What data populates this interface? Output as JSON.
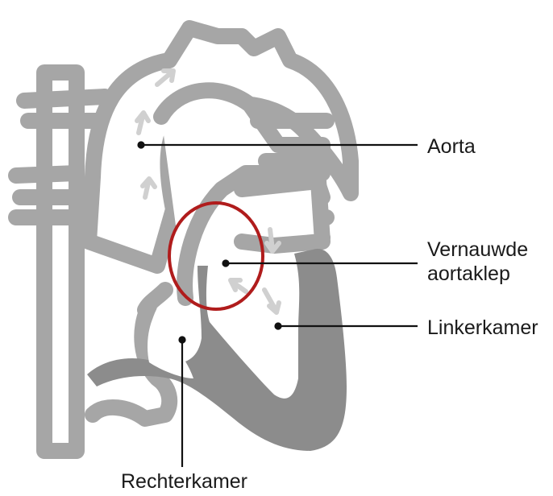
{
  "diagram": {
    "labels": {
      "aorta": "Aorta",
      "valve_line1": "Vernauwde",
      "valve_line2": "aortaklep",
      "left_ventricle": "Linkerkamer",
      "right_ventricle": "Rechterkamer"
    },
    "colors": {
      "heart_outline": "#a6a6a6",
      "muscle_fill": "#8c8c8c",
      "flow_arrow": "#d0d0d0",
      "highlight_circle": "#b01c1c",
      "pointer_line": "#111111"
    }
  }
}
